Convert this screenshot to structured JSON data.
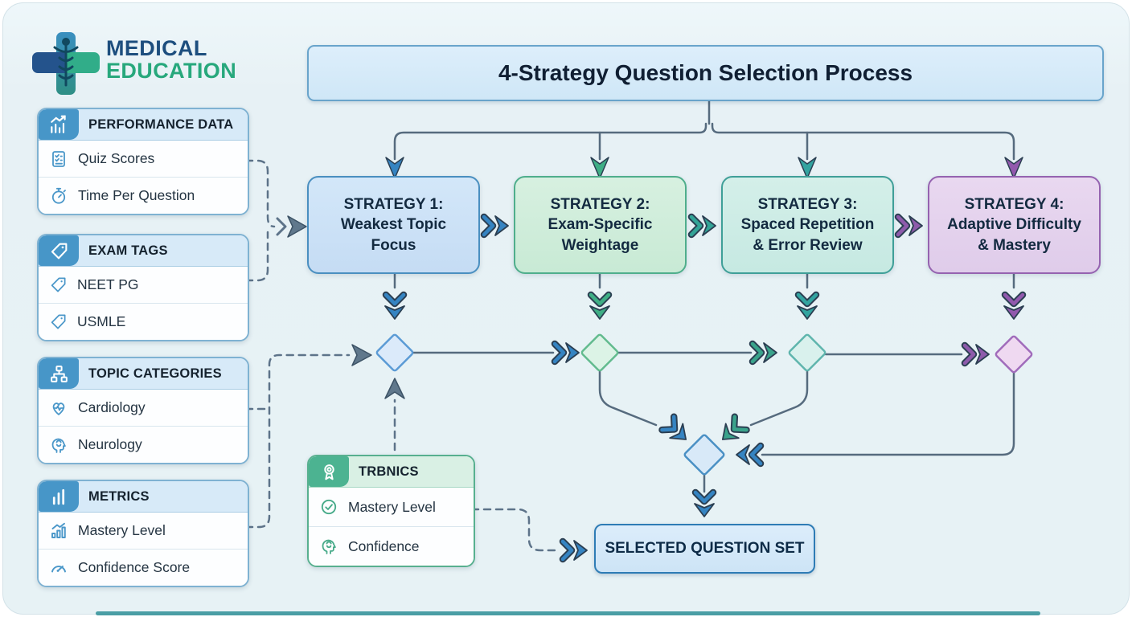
{
  "logo": {
    "line1": "MEDICAL",
    "line2": "EDUCATION"
  },
  "title": "4-Strategy Question Selection Process",
  "panels": {
    "performance": {
      "title": "PERFORMANCE DATA",
      "header_icon": "chart-trend-icon",
      "items": [
        {
          "icon": "checklist-icon",
          "label": "Quiz Scores"
        },
        {
          "icon": "stopwatch-icon",
          "label": "Time Per Question"
        }
      ]
    },
    "exam_tags": {
      "title": "EXAM TAGS",
      "header_icon": "tag-icon",
      "items": [
        {
          "icon": "tag-icon",
          "label": "NEET PG"
        },
        {
          "icon": "tag-icon",
          "label": "USMLE"
        }
      ]
    },
    "topics": {
      "title": "TOPIC CATEGORIES",
      "header_icon": "hierarchy-icon",
      "items": [
        {
          "icon": "heart-pulse-icon",
          "label": "Cardiology"
        },
        {
          "icon": "brain-head-icon",
          "label": "Neurology"
        }
      ]
    },
    "metrics": {
      "title": "METRICS",
      "header_icon": "bar-chart-icon",
      "items": [
        {
          "icon": "growth-bars-icon",
          "label": "Mastery Level"
        },
        {
          "icon": "gauge-icon",
          "label": "Confidence Score"
        }
      ]
    },
    "tronics": {
      "title": "TRBNICS",
      "header_icon": "award-icon",
      "items": [
        {
          "icon": "check-circle-icon",
          "label": "Mastery Level"
        },
        {
          "icon": "brain-head-icon",
          "label": "Confidence"
        }
      ]
    }
  },
  "strategies": [
    {
      "line1": "STRATEGY 1:",
      "line2": "Weakest Topic",
      "line3": "Focus",
      "accent": "#3584c2"
    },
    {
      "line1": "STRATEGY 2:",
      "line2": "Exam-Specific",
      "line3": "Weightage",
      "accent": "#3fae85"
    },
    {
      "line1": "STRATEGY 3:",
      "line2": "Spaced Repetition",
      "line3": "& Error Review",
      "accent": "#33a4a0"
    },
    {
      "line1": "STRATEGY 4:",
      "line2": "Adaptive Difficulty",
      "line3": "& Mastery",
      "accent": "#9259ad"
    }
  ],
  "output_box": {
    "label": "SELECTED QUESTION SET"
  },
  "colors": {
    "background": "#e7f2f5",
    "connector": "#566b7e",
    "dashed": "#5d7389",
    "blue": "#3584c2",
    "green": "#3fae85",
    "teal": "#33a4a0",
    "purple": "#9259ad",
    "panel_border": "#7fb2d2",
    "panel_header_bg": "#d7eaf8",
    "tronics_header_bg": "#d9f0e4",
    "bottom_strip": "#2e8f96"
  }
}
